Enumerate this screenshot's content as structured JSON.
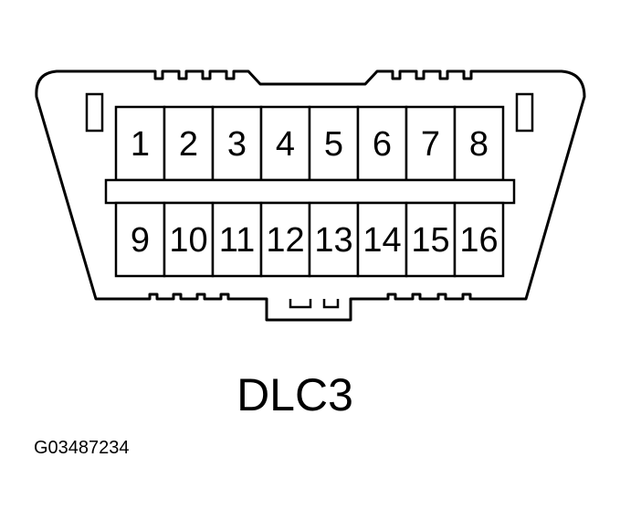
{
  "connector_name": "DLC3",
  "figure_id": "G03487234",
  "pins_top": [
    "1",
    "2",
    "3",
    "4",
    "5",
    "6",
    "7",
    "8"
  ],
  "pins_bottom": [
    "9",
    "10",
    "11",
    "12",
    "13",
    "14",
    "15",
    "16"
  ],
  "colors": {
    "line": "#000000",
    "background": "#ffffff"
  }
}
